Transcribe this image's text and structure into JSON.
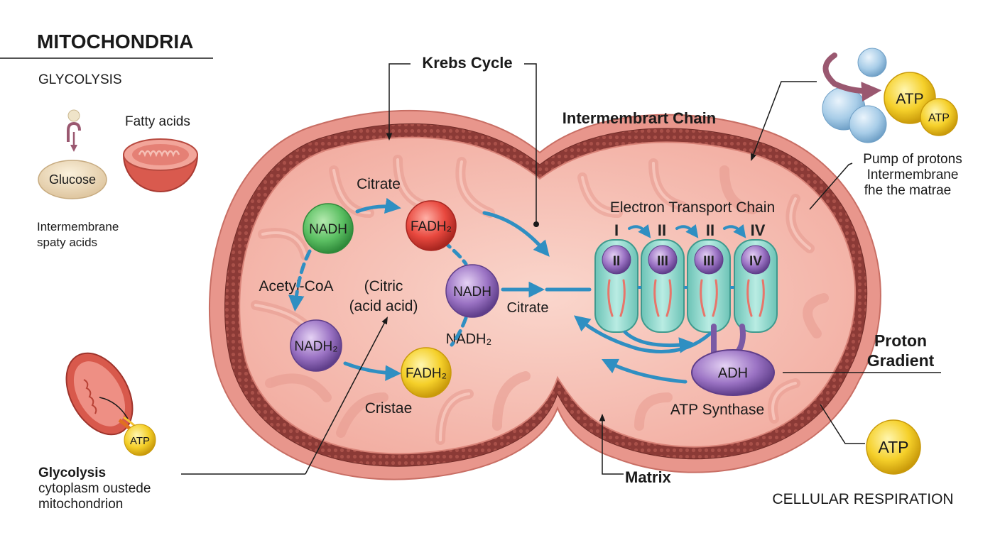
{
  "title": "MITOCHONDRIA",
  "left_panel": {
    "glycolysis_heading": "GLYCOLYSIS",
    "fatty_acids": "Fatty acids",
    "glucose": "Glucose",
    "intermembrane_line1": "Intermembrane",
    "intermembrane_line2": "spaty acids",
    "atp_small": "ATP",
    "glycolysis_caption_title": "Glycolysis",
    "glycolysis_caption_line1": "cytoplasm oustede",
    "glycolysis_caption_line2": "mitochondrion"
  },
  "krebs": {
    "title": "Krebs Cycle",
    "citrate_top": "Citrate",
    "acetyl_coa": "Acetyl-CoA",
    "citric_line1": "(Citric",
    "citric_line2": "(acid acid)",
    "citrate_right": "Citrate",
    "nadh2_label": "NADH₂",
    "cristae": "Cristae"
  },
  "molecules": {
    "nadh_green": "NADH",
    "fadh2_red": "FADH₂",
    "nadh_purple": "NADH",
    "nadh2_purple": "NADH₂",
    "fadh2_yellow": "FADH₂"
  },
  "etc": {
    "intermembrane_chain": "Intermembrart Chain",
    "title": "Electron Transport Chain",
    "top_numerals": [
      "I",
      "II",
      "II",
      "IV"
    ],
    "complex_numerals": [
      "II",
      "III",
      "III",
      "IV"
    ],
    "adh": "ADH",
    "atp_synthase": "ATP Synthase"
  },
  "matrix": "Matrix",
  "right_panel": {
    "atp_big": "ATP",
    "atp_small": "ATP",
    "pump_line1": "Pump of protons",
    "pump_line2": "Intermembrane",
    "pump_line3": "fhe the matrae",
    "proton_line1": "Proton",
    "proton_line2": "Gradient",
    "atp_bottom": "ATP",
    "cellular_respiration": "CELLULAR RESPIRATION"
  },
  "colors": {
    "outer_membrane": "#e58f86",
    "inter_space": "#8b3a36",
    "matrix": "#f7c3b8",
    "arrow_blue": "#2f8fc2",
    "complex_teal": "#8fd8cc",
    "atp_yellow": "#f5d02a",
    "nadh_green": "#5cc063",
    "fadh_red": "#e8483e",
    "nadh_purple": "#9b73c4",
    "bubble_blue": "#a8cde8",
    "arrow_mauve": "#9a5870"
  }
}
